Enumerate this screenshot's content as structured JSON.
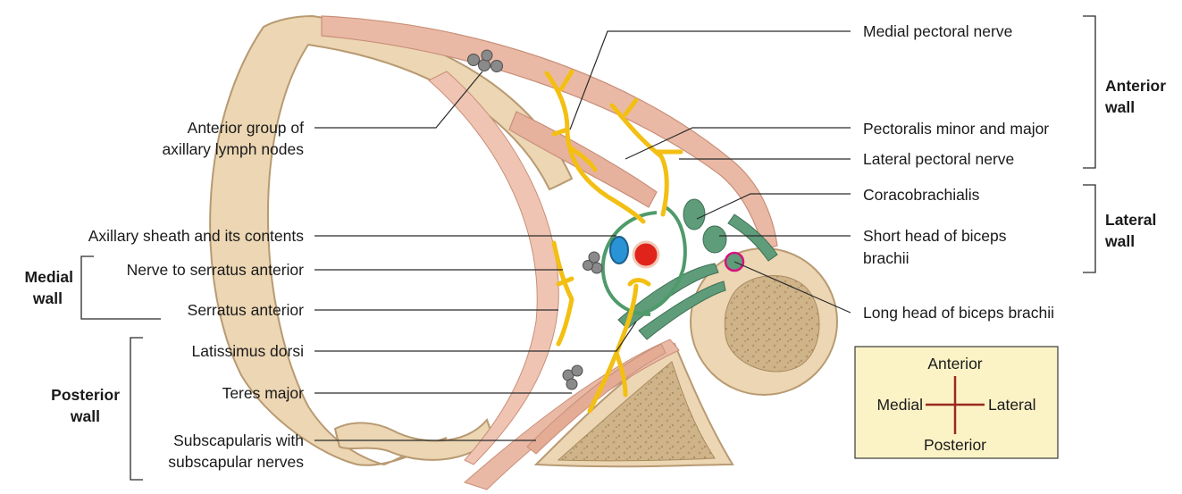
{
  "labels": {
    "medial_pectoral_nerve": "Medial pectoral nerve",
    "pectoralis_minor_major": "Pectoralis minor and major",
    "lateral_pectoral_nerve": "Lateral pectoral nerve",
    "coracobrachialis": "Coracobrachialis",
    "short_head_biceps_1": "Short head of biceps",
    "short_head_biceps_2": "brachii",
    "long_head_biceps": "Long head of biceps brachii",
    "lymph_nodes_1": "Anterior group of",
    "lymph_nodes_2": "axillary lymph nodes",
    "axillary_sheath": "Axillary sheath and its contents",
    "nerve_serratus": "Nerve to serratus anterior",
    "serratus_anterior": "Serratus anterior",
    "latissimus_dorsi": "Latissimus dorsi",
    "teres_major": "Teres major",
    "subscapularis_1": "Subscapularis with",
    "subscapularis_2": "subscapular nerves"
  },
  "groups": {
    "anterior_wall_1": "Anterior",
    "anterior_wall_2": "wall",
    "lateral_wall_1": "Lateral",
    "lateral_wall_2": "wall",
    "medial_wall_1": "Medial",
    "medial_wall_2": "wall",
    "posterior_wall_1": "Posterior",
    "posterior_wall_2": "wall"
  },
  "orientation": {
    "anterior": "Anterior",
    "posterior": "Posterior",
    "medial": "Medial",
    "lateral": "Lateral"
  },
  "colors": {
    "bone": "#ecd6b3",
    "bone_outline": "#b89a72",
    "muscle": "#e9b9a6",
    "nerve": "#f3bf12",
    "artery": "#e0241b",
    "vein": "#2a93d5",
    "biceps_green": "#5f9c7a",
    "sheath_green": "#4f9a6a",
    "lymph_node": "#8a8a8a",
    "legend_box": "#fbf3c6",
    "legend_cross": "#9b2a1c",
    "long_head_ring": "#d4147e"
  }
}
